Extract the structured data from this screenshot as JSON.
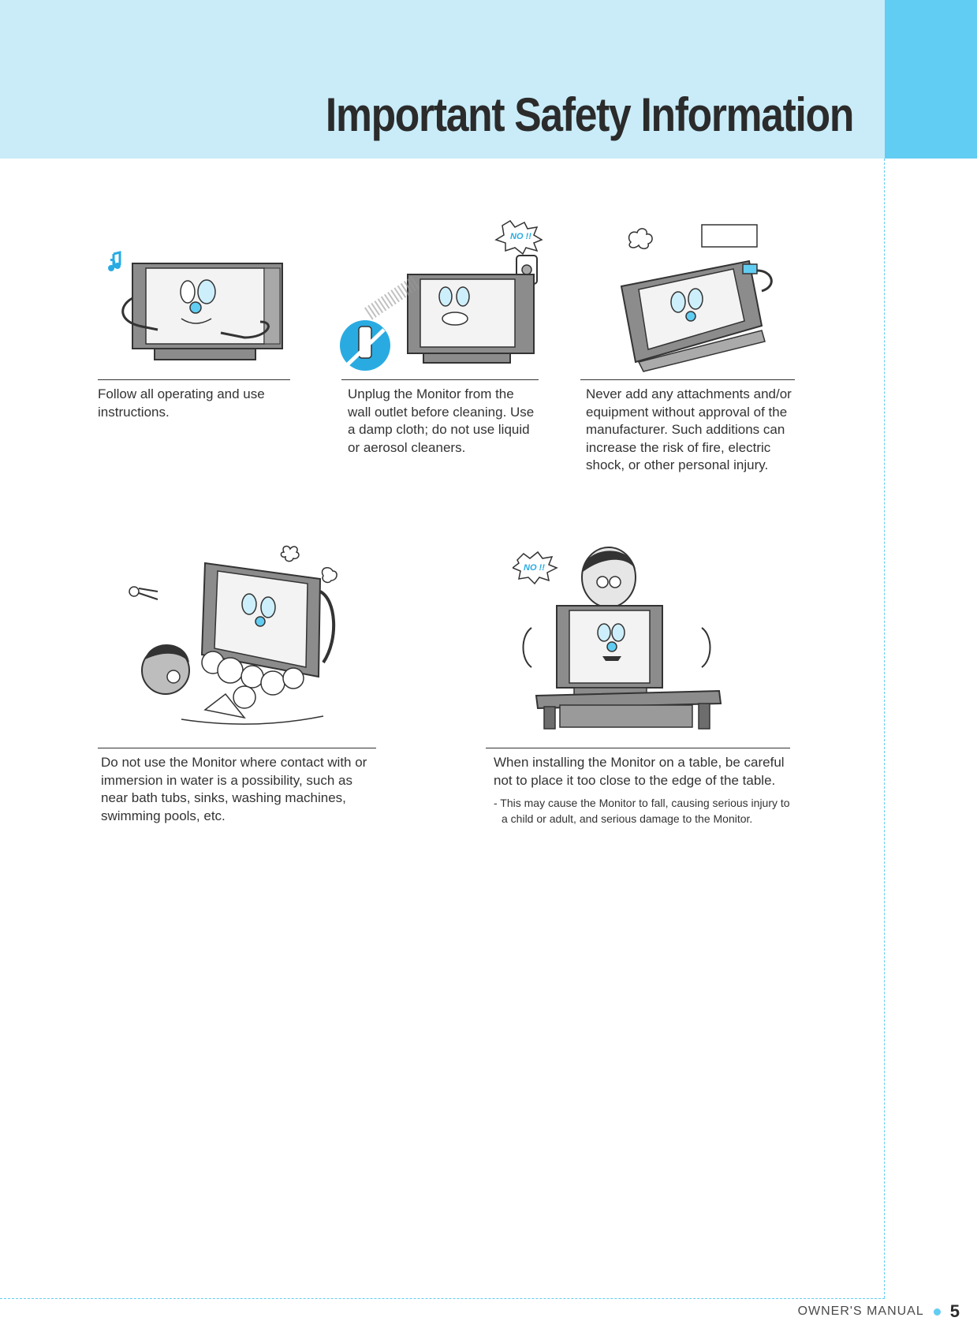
{
  "header": {
    "title": "Important Safety Information"
  },
  "items": [
    {
      "caption": "Follow all operating and use instructions."
    },
    {
      "caption": "Unplug the Monitor from the wall outlet before cleaning. Use a damp cloth; do not use liquid or aerosol cleaners.",
      "badge": "NO !!"
    },
    {
      "caption": "Never add any attachments and/or equipment without approval of the manufacturer. Such additions can increase the risk of fire, electric shock, or other personal injury."
    },
    {
      "caption": "Do not use the Monitor where contact with or immersion in water is a possibility, such as near bath tubs, sinks, washing machines, swimming pools, etc."
    },
    {
      "caption": "When installing the Monitor on a table, be careful not to place it too close to the edge of the table.",
      "note": "- This may cause the Monitor to fall, causing serious injury to a child or adult, and serious damage to the Monitor.",
      "badge": "NO !!"
    }
  ],
  "footer": {
    "label": "OWNER'S MANUAL",
    "page": "5"
  },
  "colors": {
    "header_band": "#c9ecf8",
    "header_tab": "#62cdf2",
    "accent": "#62cdf2",
    "monitor_frame": "#8c8c8c",
    "screen": "#f3f3f3"
  }
}
